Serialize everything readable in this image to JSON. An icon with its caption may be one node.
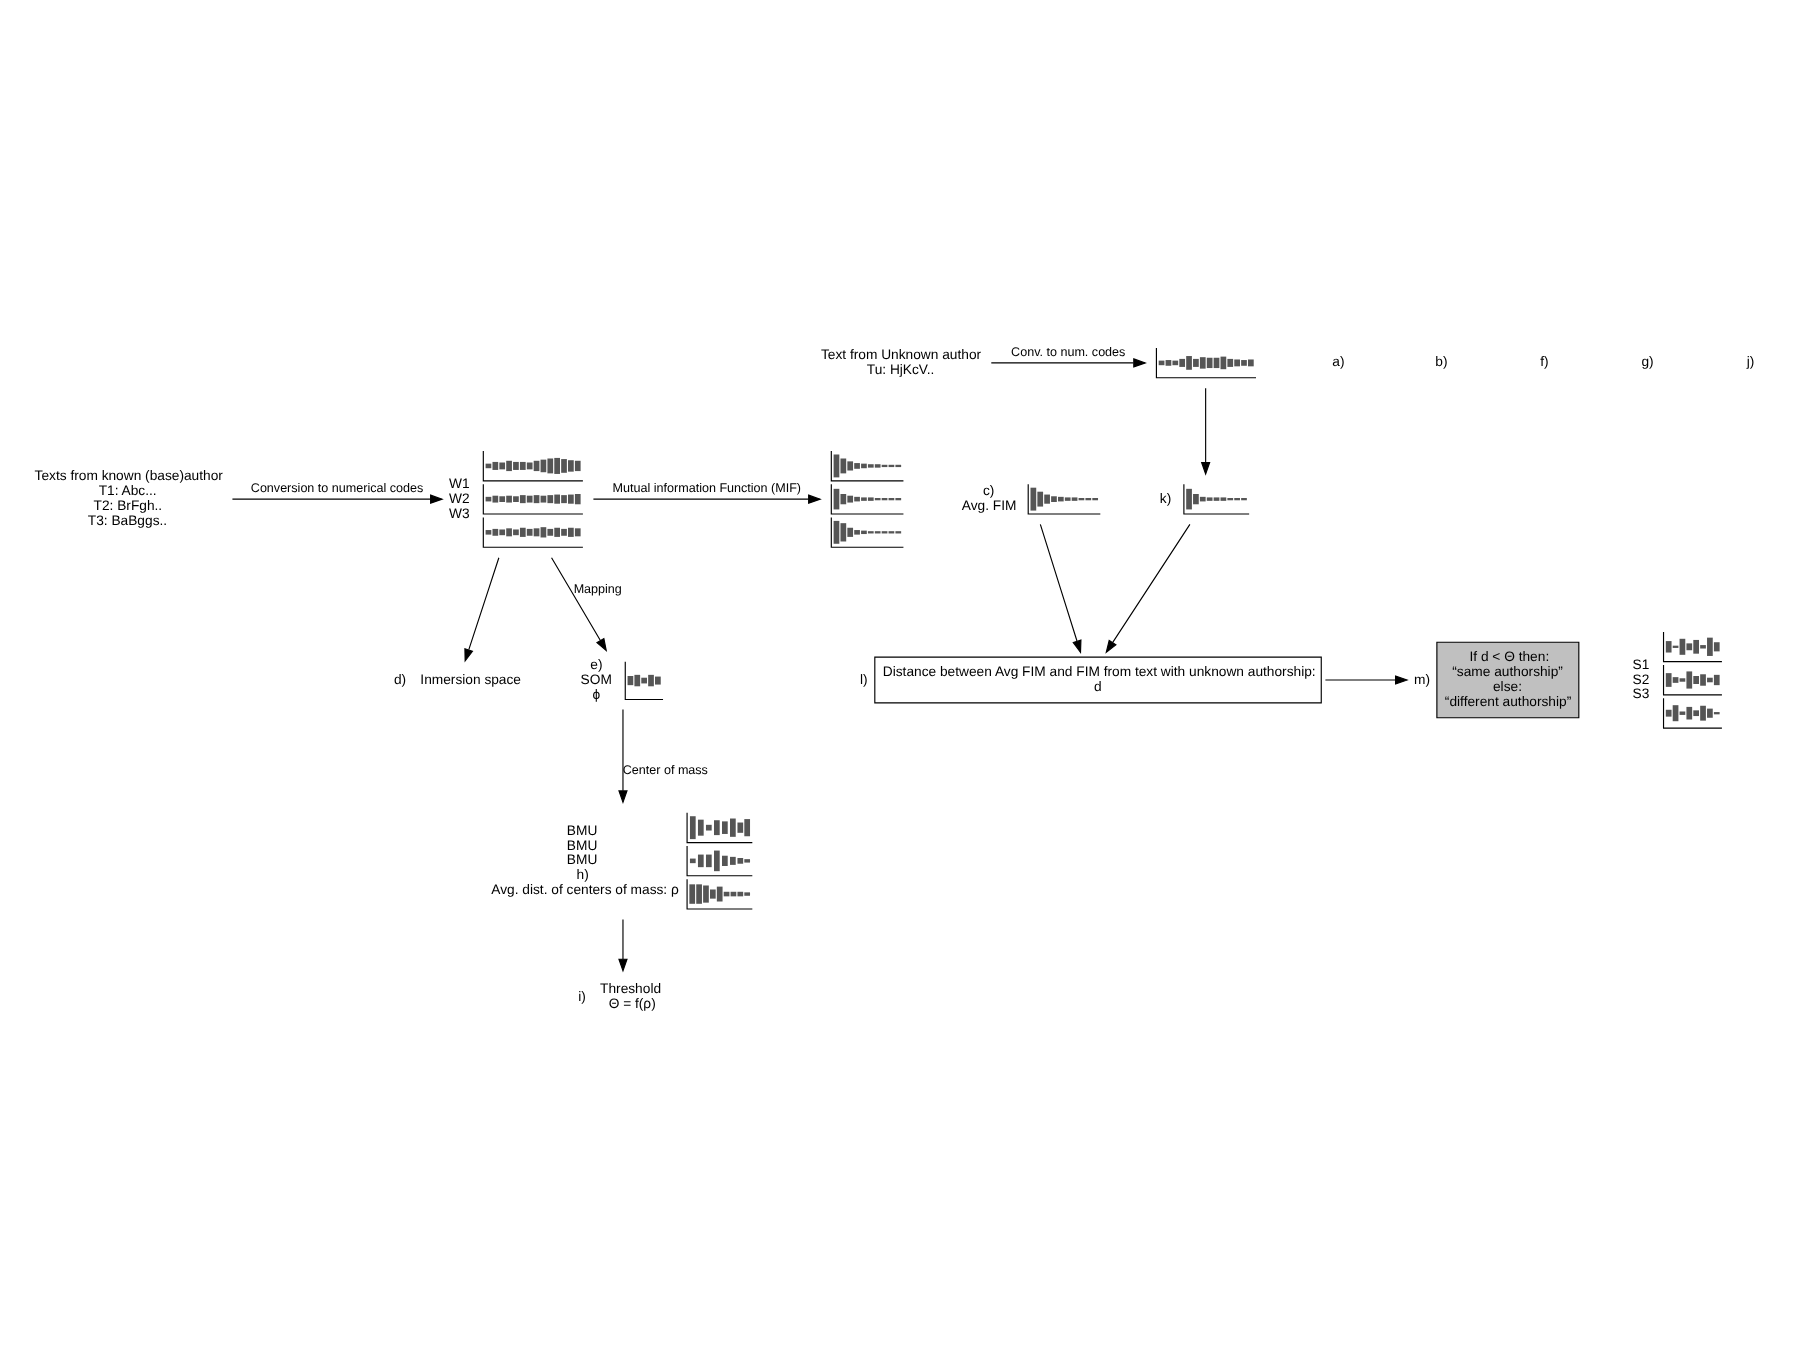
{
  "diagram": {
    "nodes": [
      {
        "text": [
          "Texts from known (base)author",
          "T1: Abc...",
          "T2: BrFgh..",
          "T3: BaBggs.."
        ]
      },
      {
        "text": [],
        "shape": "picture",
        "beside": [
          "W1",
          "W2",
          "W3"
        ]
      },
      {
        "text": [],
        "shape": "picture"
      },
      {
        "text": [],
        "shape": "picture",
        "beside": [
          "c)",
          "Avg. FIM"
        ]
      },
      {
        "text": [
          "Inmersion space"
        ],
        "beside": [
          "d)"
        ]
      },
      {
        "text": [],
        "shape": "picture",
        "beside": [
          "S1",
          "S2",
          "S3"
        ]
      },
      {
        "text": [],
        "shape": "picture",
        "beside": [
          "e)",
          "SOM",
          "ϕ"
        ]
      },
      {
        "text": [],
        "shape": "picture",
        "beside": [
          "BMU",
          "BMU",
          "BMU",
          "h)",
          "Avg. dist. of centers of mass: ρ"
        ]
      },
      {
        "text": [
          "Threshold",
          "Θ = f(ρ)"
        ],
        "beside": [
          "i)"
        ]
      },
      {
        "text": [
          "If d < Θ then:",
          "“same authorship”",
          "else:",
          "“different authorship”"
        ],
        "beside": [
          "m)"
        ]
      },
      {
        "text": [
          "Distance between Avg FIM and FIM from text with unknown authorship:",
          "d"
        ],
        "beside": [
          "l)"
        ]
      },
      {
        "text": [
          "Text from Unknown author",
          "Tu: HjKcV.."
        ]
      },
      {
        "text": [],
        "shape": "picture"
      },
      {
        "text": [],
        "shape": "picture",
        "beside": [
          "k)"
        ]
      }
    ],
    "edges": [
      {
        "from": 0,
        "to": 1,
        "arrow": "to",
        "label": "Conversion to numerical codes"
      },
      {
        "from": 1,
        "to": 2,
        "arrow": "to",
        "label": "Mutual information Function (MIF)"
      },
      {
        "from": 1,
        "to": 4,
        "arrow": "to"
      },
      {
        "from": 1,
        "to": 6,
        "arrow": "to",
        "label": "Mapping"
      },
      {
        "from": 6,
        "to": 7,
        "arrow": "to",
        "label": "Center of mass"
      },
      {
        "from": 7,
        "to": 8,
        "arrow": "to"
      },
      {
        "from": 3,
        "to": 10,
        "arrow": "to"
      },
      {
        "from": 10,
        "to": 9,
        "arrow": "to"
      },
      {
        "from": 11,
        "to": 12,
        "arrow": "to",
        "label": "Conv. to num. codes"
      },
      {
        "from": 12,
        "to": 13,
        "arrow": "to"
      },
      {
        "from": 13,
        "to": 10,
        "arrow": "to"
      }
    ],
    "labels": [
      "a)",
      "b)",
      "f)",
      "g)",
      "j)"
    ]
  }
}
